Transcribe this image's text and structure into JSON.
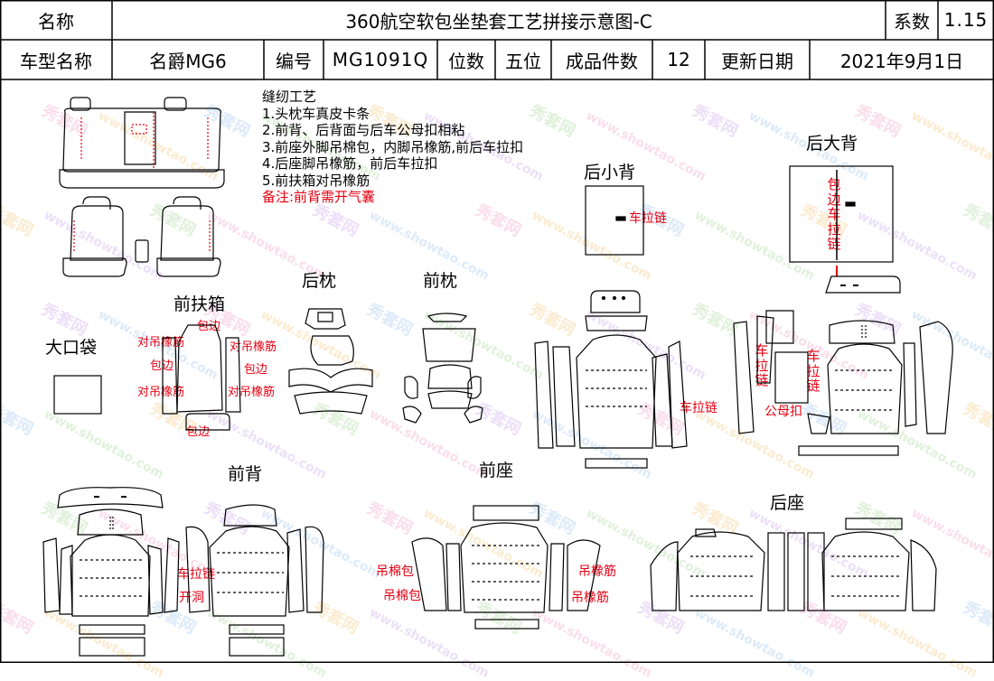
{
  "header": {
    "name_label": "名称",
    "title": "360航空软包坐垫套工艺拼接示意图-C",
    "coef_label": "系数",
    "coef_value": "1.15",
    "model_label": "车型名称",
    "model_value": "名爵MG6",
    "code_label": "编号",
    "code_value": "MG1091Q",
    "seat_label": "位数",
    "seat_value": "五位",
    "count_label": "成品件数",
    "count_value": "12",
    "date_label": "更新日期",
    "date_value": "2021年9月1日"
  },
  "notes": {
    "heading": "缝纫工艺",
    "items": [
      "1.头枕车真皮卡条",
      "2.前背、后背面与后车公母扣相粘",
      "3.前座外脚吊棉包，内脚吊橡筋,前后车拉扣",
      "4.后座脚吊橡筋，前后车拉扣",
      "5.前扶箱对吊橡筋"
    ],
    "remark": "备注:前背需开气囊"
  },
  "sections": {
    "armrest": "前扶箱",
    "pocket": "大口袋",
    "rear_pillow": "后枕",
    "front_pillow": "前枕",
    "rear_small_back": "后小背",
    "rear_big_back": "后大背",
    "front_back": "前背",
    "front_seat": "前座",
    "rear_seat": "后座"
  },
  "annotations": {
    "armrest_l1": "对吊橡筋",
    "armrest_l2": "包边",
    "armrest_l3": "对吊橡筋",
    "armrest_top": "包边",
    "armrest_r1": "对吊橡筋",
    "armrest_r2": "包边",
    "armrest_r3": "对吊橡筋",
    "armrest_bottom": "包边",
    "small_back_zip": "车拉链",
    "small_back_side": "车拉链",
    "big_back_vertical": "包边车拉链",
    "big_back_left": "车拉链",
    "big_back_right": "车拉链",
    "big_back_snap": "公母扣",
    "front_back_zip": "车拉链",
    "front_back_hole": "开洞",
    "front_seat_l1": "吊棉包",
    "front_seat_l2": "吊棉包",
    "front_seat_r1": "吊橡筋",
    "front_seat_r2": "吊橡筋"
  },
  "watermark": {
    "cn": "秀套网",
    "url": "www.showtao.com"
  }
}
